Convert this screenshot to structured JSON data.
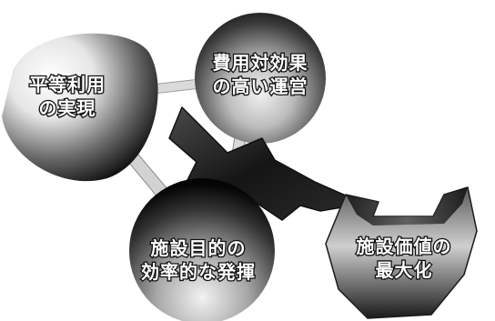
{
  "diagram": {
    "nodes": {
      "equal_use": {
        "line1": "平等利用",
        "line2": "の実現"
      },
      "cost_effect": {
        "line1": "費用対効果",
        "line2": "の高い運営"
      },
      "purpose": {
        "line1": "施設目的の",
        "line2": "効率的な発揮"
      },
      "value": {
        "line1": "施設価値の",
        "line2": "最大化"
      }
    },
    "colors": {
      "sphere_light": "#ffffff",
      "sphere_dark": "#0d0d0d",
      "connector": "#d6d6d6",
      "arrow": "#1a1a1a",
      "bowl": "#2a2a2a",
      "label_fill": "#ffffff",
      "label_outline": "#111111"
    }
  }
}
